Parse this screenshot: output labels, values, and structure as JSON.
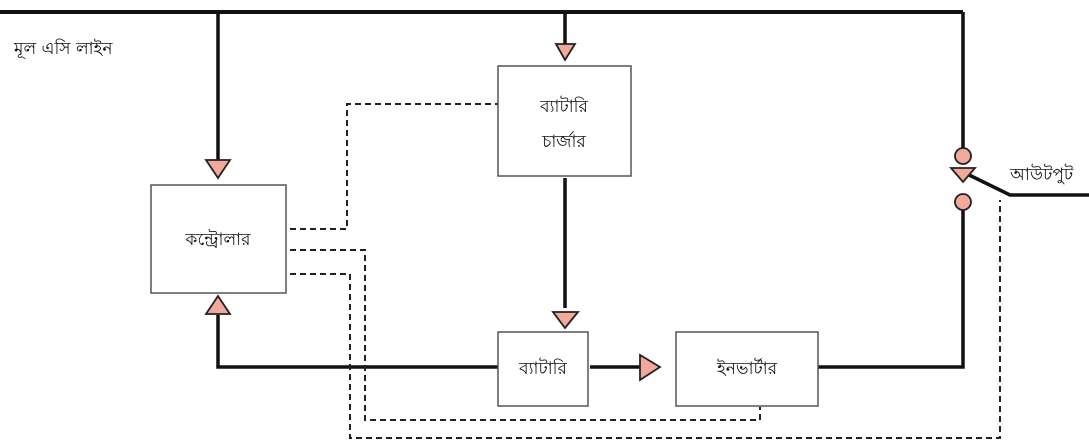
{
  "labels": {
    "main_ac_line": "মূল এসি লাইন",
    "output": "আউটপুট"
  },
  "blocks": {
    "battery_charger": {
      "line1": "ব্যাটারি",
      "line2": "চার্জার"
    },
    "controller": "কন্ট্রোলার",
    "battery": "ব্যাটারি",
    "inverter": "ইনভার্টার"
  },
  "colors": {
    "line": "#111111",
    "arrow_fill": "#f2a89a",
    "arrow_stroke": "#222222",
    "switch_dot": "#f2a89a"
  }
}
